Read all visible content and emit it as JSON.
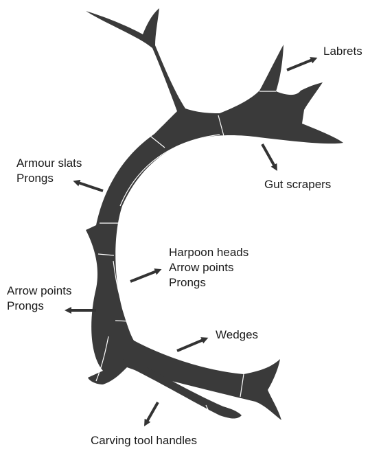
{
  "colors": {
    "antler": "#3a3a3a",
    "segment_line": "#ffffff",
    "arrow": "#333333",
    "text": "#1a1a1a"
  },
  "labels": {
    "labrets": "Labrets",
    "gut_scrapers": "Gut scrapers",
    "armour": {
      "line1": "Armour slats",
      "line2": "Prongs"
    },
    "harpoon": {
      "line1": "Harpoon heads",
      "line2": "Arrow points",
      "line3": "Prongs"
    },
    "arrow_points": {
      "line1": "Arrow points",
      "line2": "Prongs"
    },
    "wedges": "Wedges",
    "carving": "Carving tool handles"
  }
}
